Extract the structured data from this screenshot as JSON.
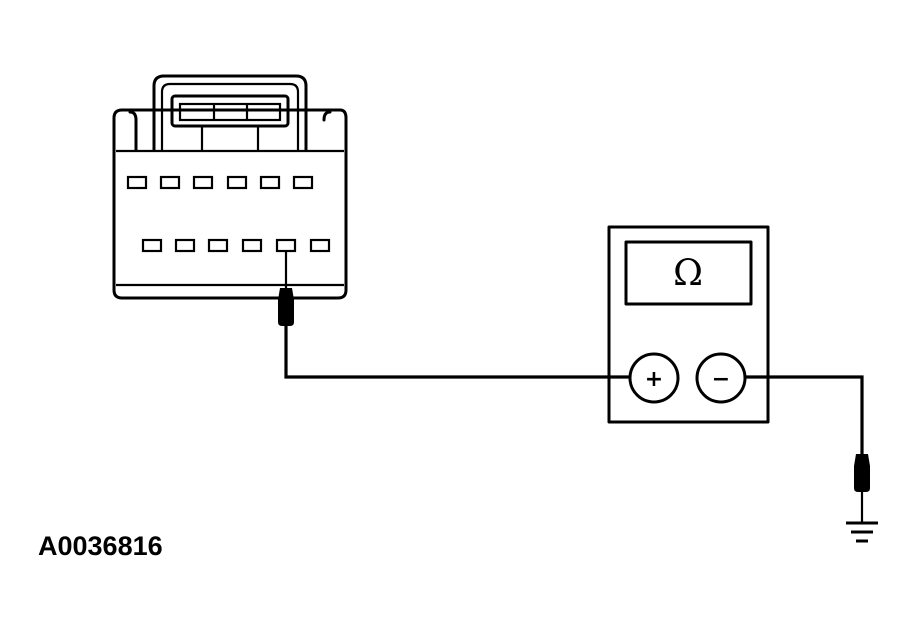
{
  "figure": {
    "id": "A0036816"
  },
  "meter": {
    "display_symbol": "Ω",
    "positive_label": "+",
    "negative_label": "−"
  },
  "connector": {
    "top_row_pins": 6,
    "bottom_row_pins": 6,
    "probed_pin": 5
  },
  "colors": {
    "line": "#000000",
    "background": "#ffffff"
  },
  "icons": {
    "connector": "connector-icon",
    "meter": "ohmmeter-icon",
    "ground": "ground-icon",
    "probe": "probe-icon"
  }
}
